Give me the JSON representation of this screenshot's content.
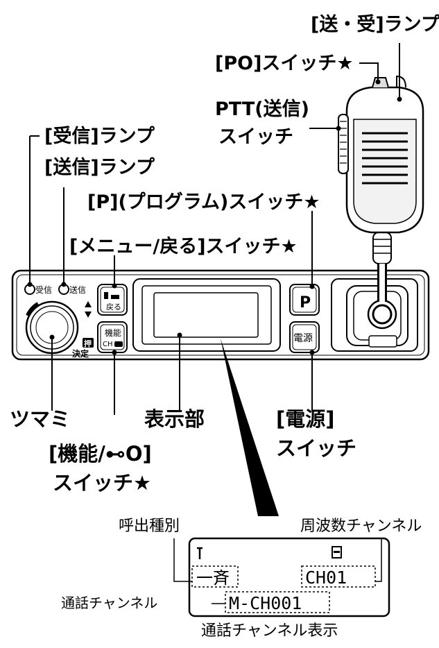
{
  "labels": {
    "send_receive_lamp": "[送・受]ランプ",
    "po_switch": "[PO]スイッチ★",
    "ptt_line1": "PTT(送信)",
    "ptt_line2": "スイッチ",
    "receive_lamp": "[受信]ランプ",
    "send_lamp": "[送信]ランプ",
    "p_switch": "[P](プログラム)スイッチ★",
    "menu_switch": "[メニュー/戻る]スイッチ★",
    "knob": "ツマミ",
    "display": "表示部",
    "power_line1": "[電源]",
    "power_line2": "スイッチ",
    "func_line1": "[機能/⊷O]",
    "func_line2": "スイッチ★"
  },
  "panel": {
    "lamp_receive": "受信",
    "lamp_send": "送信",
    "push_mark": "押",
    "confirm": "決定",
    "menu_back": "戻る",
    "func_top": "機能",
    "func_ch": "CH",
    "p_key": "P",
    "power_key": "電源"
  },
  "lcd": {
    "call_type_label": "呼出種別",
    "freq_channel_label": "周波数チャンネル",
    "talk_channel_label": "通話チャンネル",
    "caption": "通話チャンネル表示",
    "call_type_value": "一斉",
    "freq_channel_value": "CH01",
    "talk_channel_value": "M-CH001"
  }
}
